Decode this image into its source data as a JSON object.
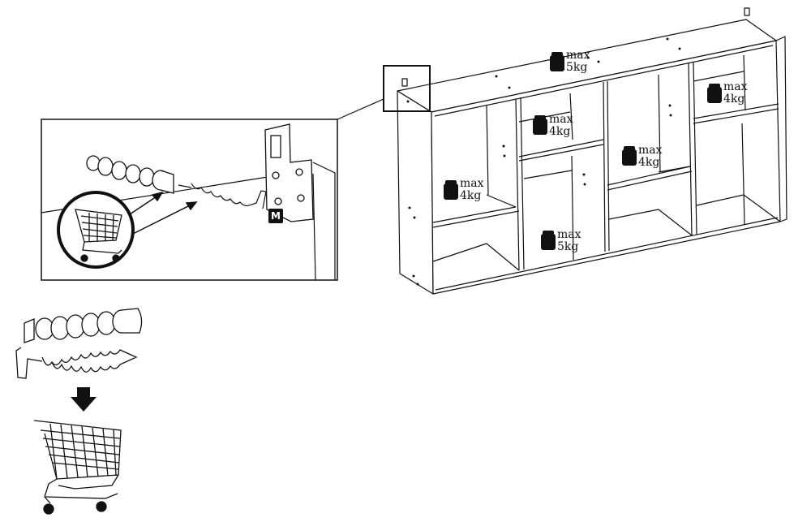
{
  "callout": {
    "marker_label": "M"
  },
  "weights": [
    {
      "id": "top",
      "line1": "max",
      "line2": "5kg"
    },
    {
      "id": "right-top",
      "line1": "max",
      "line2": "4kg"
    },
    {
      "id": "center-upper",
      "line1": "max",
      "line2": "4kg"
    },
    {
      "id": "right-mid",
      "line1": "max",
      "line2": "4kg"
    },
    {
      "id": "left-mid",
      "line1": "max",
      "line2": "4kg"
    },
    {
      "id": "center-lower",
      "line1": "max",
      "line2": "5kg"
    }
  ],
  "icons": [
    "weight-icon",
    "shopping-cart-icon",
    "wall-plug-icon",
    "hook-screw-icon",
    "wall-bracket-icon",
    "down-arrow-icon"
  ]
}
